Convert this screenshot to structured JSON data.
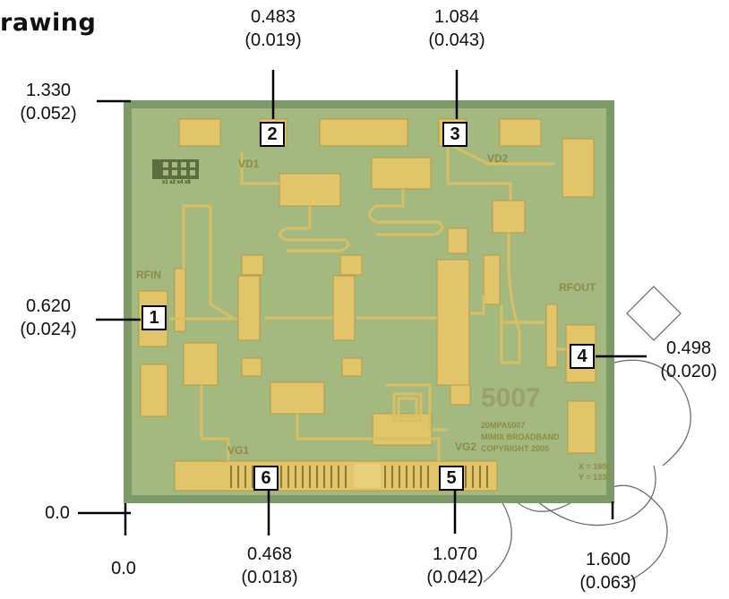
{
  "title": "rawing",
  "dimensions": {
    "top": {
      "mm": "0.483",
      "in": "(0.019)"
    },
    "top2": {
      "mm": "1.084",
      "in": "(0.043)"
    },
    "left_top": {
      "mm": "1.330",
      "in": "(0.052)"
    },
    "left_mid": {
      "mm": "0.620",
      "in": "(0.024)"
    },
    "right_mid": {
      "mm": "0.498",
      "in": "(0.020)"
    },
    "origin_y": "0.0",
    "origin_x": "0.0",
    "bottom1": {
      "mm": "0.468",
      "in": "(0.018)"
    },
    "bottom2": {
      "mm": "1.070",
      "in": "(0.042)"
    },
    "bottom3": {
      "mm": "1.600",
      "in": "(0.063)"
    }
  },
  "pads": [
    "1",
    "2",
    "3",
    "4",
    "5",
    "6"
  ],
  "die_labels": {
    "rfin": "RFIN",
    "rfout": "RFOUT",
    "vd1": "VD1",
    "vd2": "VD2",
    "vg1": "VG1",
    "vg2": "VG2",
    "part": "5007",
    "line1": "20MPA5007",
    "line2": "MIMIX BROADBAND",
    "line3": "COPYRIGHT 2005",
    "x": "X = 1600",
    "y": "Y = 1330",
    "grid": "x1 x2 x4 x8"
  },
  "colors": {
    "die": "#9db37c",
    "die_border": "#7e9866",
    "pad": "#e4c86a",
    "trace": "#d9bf62"
  }
}
